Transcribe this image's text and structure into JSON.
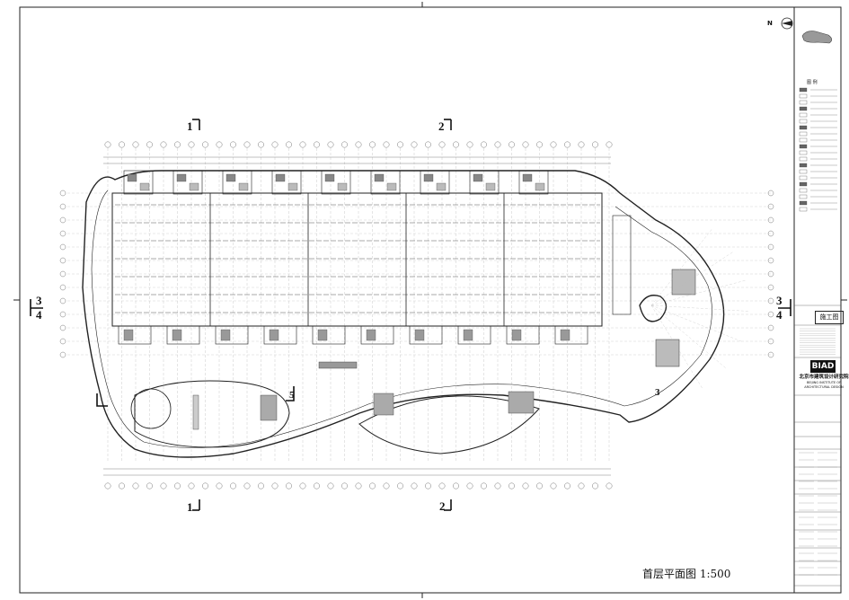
{
  "drawing": {
    "caption": "首层平面图  1:500",
    "north_label": "N",
    "legend_title": "图 例",
    "stamp": "施工图",
    "logo": "BIAD",
    "org_name": "北京市建筑设计研究院",
    "org_name_en": "BEIJING INSTITUTE OF ARCHITECTURAL DESIGN"
  },
  "section_marks": {
    "top_left": "1",
    "top_right": "2",
    "bottom_left": "1",
    "bottom_right": "2",
    "left_upper": "3",
    "left_lower": "4",
    "right_upper": "3",
    "right_lower": "4",
    "mid_five": "5",
    "mid_three": "3"
  },
  "colors": {
    "line": "#222222",
    "fill_dark": "#555555",
    "fill_grey": "#bbbbbb"
  }
}
